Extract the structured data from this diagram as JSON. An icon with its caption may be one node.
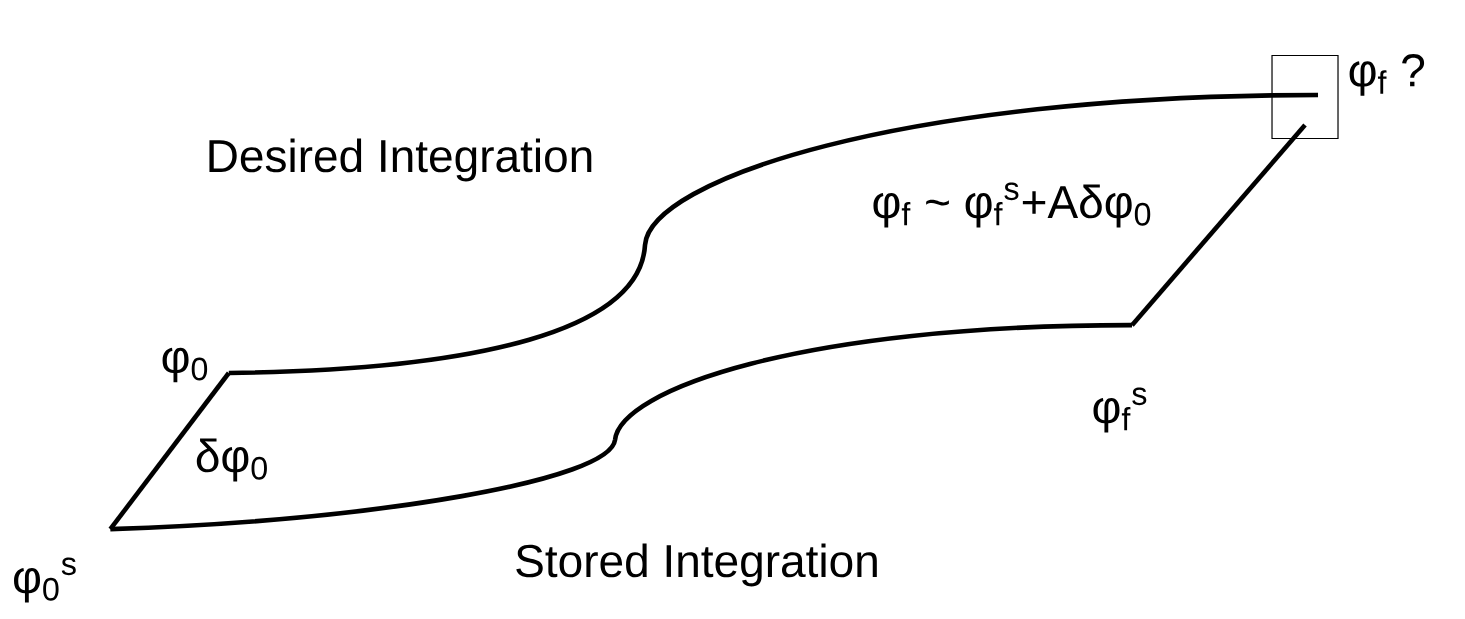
{
  "diagram": {
    "nodes": [
      {
        "text": [
          "φ$_{0}$"
        ]
      },
      {
        "text": [
          "φ$_{0}$$^{s}$"
        ]
      },
      {
        "text": [
          "φ$_{f}$$^{s}$"
        ]
      },
      {
        "text": [],
        "shape": "box",
        "beside": [
          "φ$_{f}$ ?"
        ]
      }
    ],
    "edges": [
      {
        "from": 0,
        "to": 3,
        "arrow": "none"
      },
      {
        "from": 1,
        "to": 2,
        "arrow": "none"
      },
      {
        "from": 1,
        "to": 0,
        "arrow": "none",
        "label": "δφ$_{0}$"
      },
      {
        "from": 2,
        "to": 3,
        "arrow": "none",
        "label": "φ$_{f}$ ~ φ$_{f}$$^{s}$+Aδφ$_{0}$"
      }
    ],
    "labels": [
      "Desired Integration",
      "Stored Integration"
    ]
  }
}
